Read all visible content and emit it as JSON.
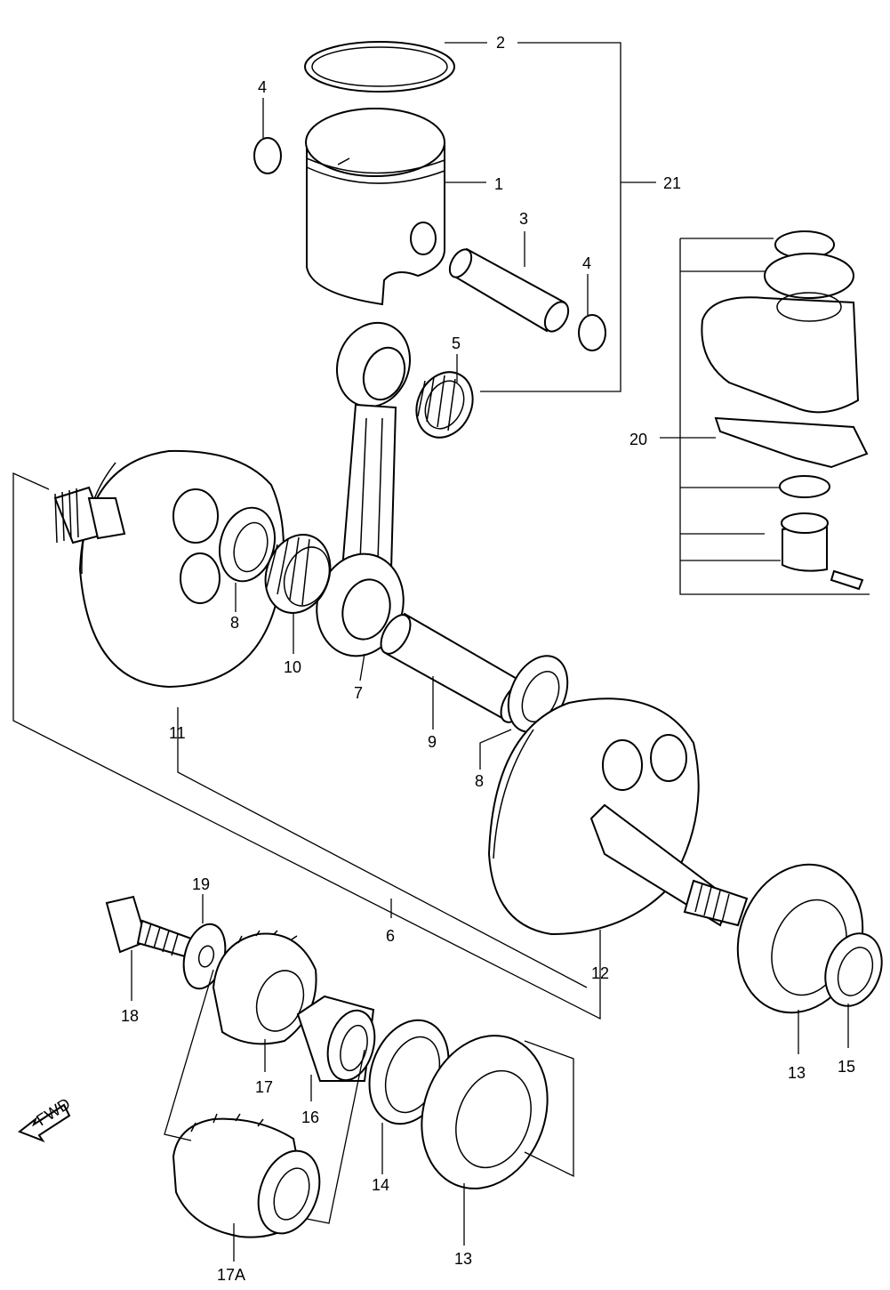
{
  "callouts": {
    "c1": "1",
    "c2": "2",
    "c3": "3",
    "c4a": "4",
    "c4b": "4",
    "c5": "5",
    "c6": "6",
    "c7": "7",
    "c8a": "8",
    "c8b": "8",
    "c9": "9",
    "c10": "10",
    "c11": "11",
    "c12": "12",
    "c13a": "13",
    "c13b": "13",
    "c14": "14",
    "c15": "15",
    "c16": "16",
    "c17": "17",
    "c17a": "17A",
    "c18": "18",
    "c19": "19",
    "c20": "20",
    "c21": "21"
  },
  "fwd_label": "FWD",
  "icons": {
    "fwd": "fwd-arrow-icon"
  }
}
